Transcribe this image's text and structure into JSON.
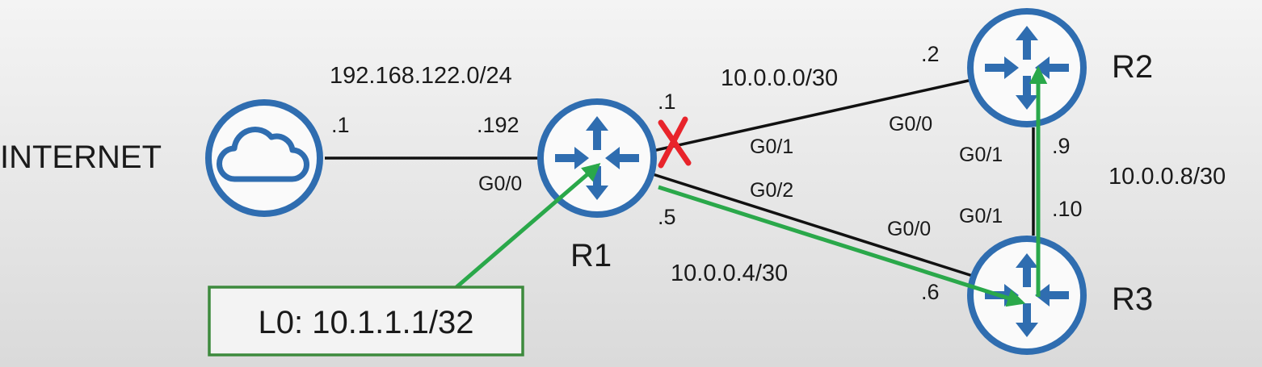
{
  "devices": {
    "internet": "INTERNET",
    "r1": "R1",
    "r2": "R2",
    "r3": "R3"
  },
  "subnets": {
    "internet_r1": "192.168.122.0/24",
    "r1_r2": "10.0.0.0/30",
    "r1_r3": "10.0.0.4/30",
    "r2_r3": "10.0.0.8/30"
  },
  "addresses": {
    "internet": ".1",
    "r1_g0_0": ".192",
    "r1_g0_1": ".1",
    "r1_g0_2": ".5",
    "r2_g0_0": ".2",
    "r2_g0_1": ".9",
    "r3_g0_0": ".6",
    "r3_g0_1": ".10"
  },
  "interfaces": {
    "r1_to_internet": "G0/0",
    "r1_to_r2": "G0/1",
    "r1_to_r3": "G0/2",
    "r2_to_r1": "G0/0",
    "r2_to_r3": "G0/1",
    "r3_to_r1": "G0/0",
    "r3_to_r2": "G0/1"
  },
  "loopback": "L0: 10.1.1.1/32",
  "colors": {
    "device_ring": "#2f6db0",
    "device_arrow": "#2f6db0",
    "path": "#2aa84a",
    "link_down": "#e8242b",
    "link": "#111111",
    "loopback_border": "#3d8a3d",
    "loopback_fill": "#f3f3f3"
  }
}
